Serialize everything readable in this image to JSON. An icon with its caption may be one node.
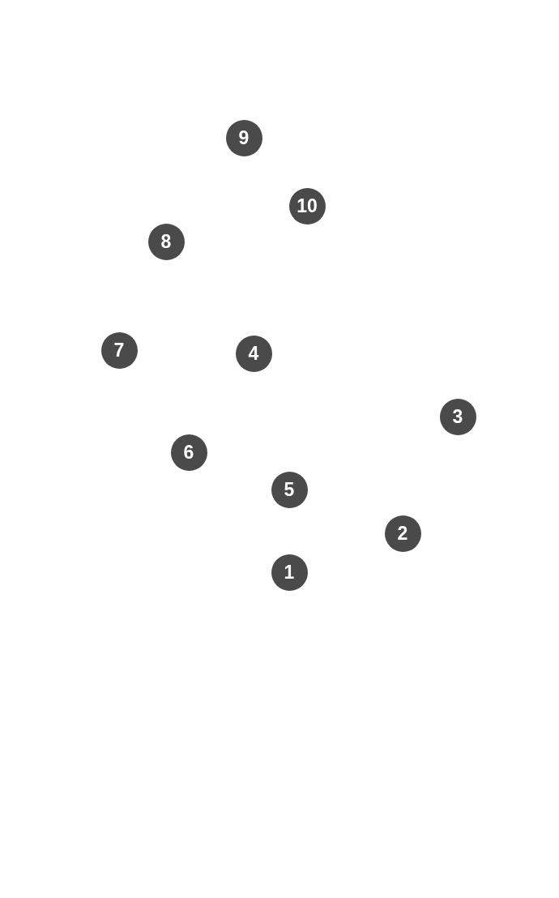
{
  "diagram": {
    "nodes": [
      {
        "text": [
          "9"
        ]
      },
      {
        "text": [
          "10"
        ]
      },
      {
        "text": [
          "8"
        ]
      },
      {
        "text": [
          "7"
        ]
      },
      {
        "text": [
          "4"
        ]
      },
      {
        "text": [
          "3"
        ]
      },
      {
        "text": [
          "6"
        ]
      },
      {
        "text": [
          "5"
        ]
      },
      {
        "text": [
          "2"
        ]
      },
      {
        "text": [
          "1"
        ]
      }
    ]
  }
}
